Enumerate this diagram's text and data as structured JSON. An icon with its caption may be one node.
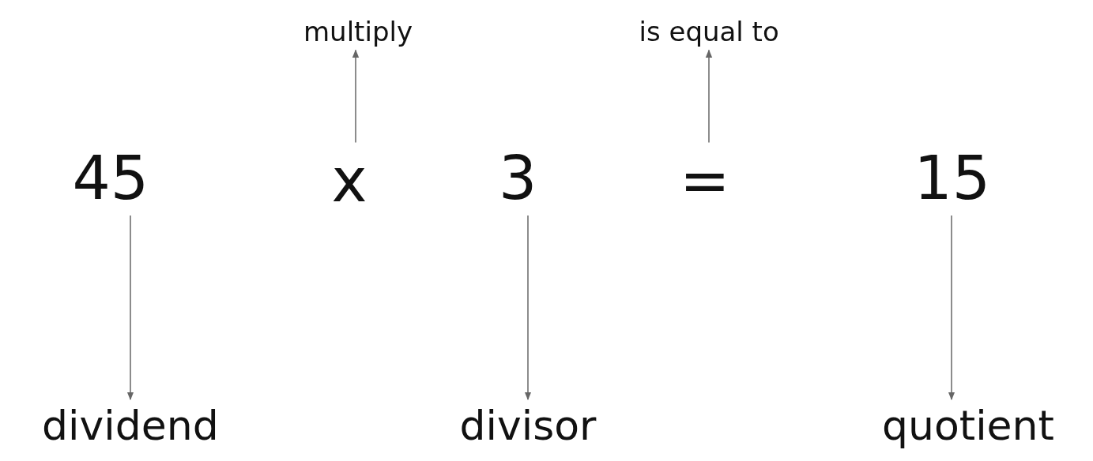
{
  "diagram": {
    "nodes": [
      {
        "text": [
          "multiply"
        ]
      },
      {
        "text": [
          "is equal to"
        ]
      },
      {
        "text": [
          "45"
        ]
      },
      {
        "text": [
          "x"
        ]
      },
      {
        "text": [
          "3"
        ]
      },
      {
        "text": [
          "="
        ]
      },
      {
        "text": [
          "15"
        ]
      },
      {
        "text": [
          "dividend"
        ]
      },
      {
        "text": [
          "divisor"
        ]
      },
      {
        "text": [
          "quotient"
        ]
      }
    ],
    "edges": [
      {
        "from": 3,
        "to": 0,
        "arrow": "to"
      },
      {
        "from": 5,
        "to": 1,
        "arrow": "to"
      },
      {
        "from": 2,
        "to": 7,
        "arrow": "to"
      },
      {
        "from": 4,
        "to": 8,
        "arrow": "to"
      },
      {
        "from": 6,
        "to": 9,
        "arrow": "to"
      }
    ]
  }
}
